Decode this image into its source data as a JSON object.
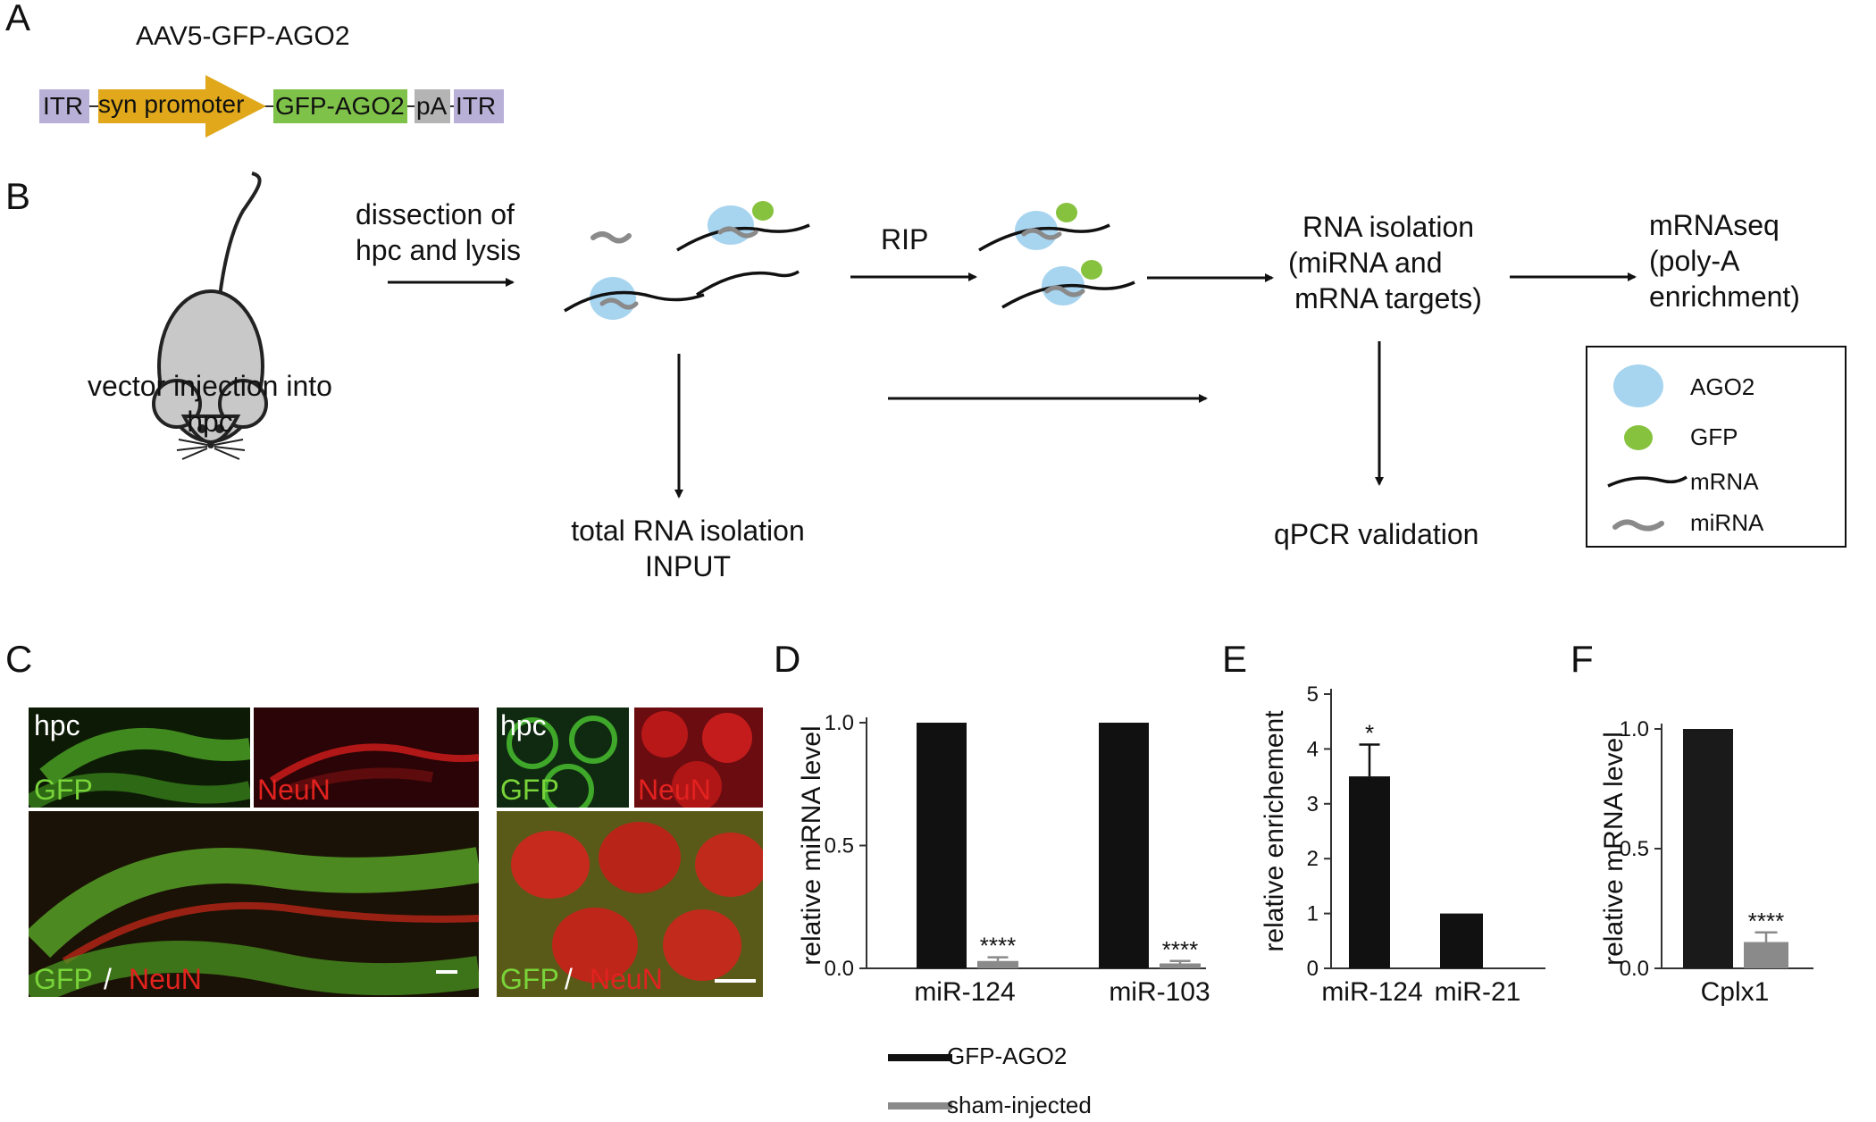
{
  "panel_a": {
    "letter": "A",
    "title": "AAV5-GFP-AGO2",
    "construct": {
      "itr_left": "ITR",
      "promoter": "syn promoter",
      "gene": "GFP-AGO2",
      "pa": "pA",
      "itr_right": "ITR"
    },
    "colors": {
      "itr": "#b9b0d8",
      "promoter": "#e0a81a",
      "gene": "#7fc24a",
      "pa": "#b4b4b4"
    }
  },
  "panel_b": {
    "letter": "B",
    "step_injection": [
      "vector injection into",
      "hpc"
    ],
    "step_dissection": [
      "dissection of",
      "hpc and lysis"
    ],
    "step_rip": "RIP",
    "step_rna_isolation": [
      "RNA isolation",
      "(miRNA and",
      "mRNA targets)"
    ],
    "step_mrnaseq": [
      "mRNAseq",
      "(poly-A",
      "enrichment)"
    ],
    "step_total_rna": [
      "total RNA isolation",
      "INPUT"
    ],
    "step_qpcr": "qPCR validation",
    "legend": {
      "ago2": "AGO2",
      "gfp": "GFP",
      "mrna": "mRNA",
      "mirna": "miRNA"
    },
    "colors": {
      "ago2": "#a7d4ef",
      "gfp": "#86c23e",
      "mirna": "#8a8a8a"
    }
  },
  "panel_c": {
    "letter": "C",
    "left": {
      "top_label": "hpc",
      "gfp": "GFP",
      "neun": "NeuN",
      "merge_gfp": "GFP",
      "merge_slash": "/",
      "merge_neun": "NeuN"
    },
    "right": {
      "top_label": "hpc",
      "gfp": "GFP",
      "neun": "NeuN",
      "merge_gfp": "GFP",
      "merge_slash": "/",
      "merge_neun": "NeuN"
    },
    "colors": {
      "gfp_text": "#79d43a",
      "neun_text": "#e2221f"
    }
  },
  "chart_data": [
    {
      "panel": "D",
      "type": "bar",
      "ylabel": "relative miRNA level",
      "categories": [
        "miR-124",
        "miR-103"
      ],
      "series": [
        {
          "name": "GFP-AGO2",
          "values": [
            1.0,
            1.0
          ],
          "color": "#111111"
        },
        {
          "name": "sham-injected",
          "values": [
            0.03,
            0.02
          ],
          "errors": [
            0.015,
            0.01
          ],
          "color": "#8a8a8a"
        }
      ],
      "annotations": [
        "****",
        "****"
      ],
      "ylim": [
        0,
        1.0
      ],
      "yticks": [
        "0.0",
        "0.5",
        "1.0"
      ]
    },
    {
      "panel": "E",
      "type": "bar",
      "ylabel": "relative enrichement",
      "categories": [
        "miR-124",
        "miR-21"
      ],
      "values": [
        3.5,
        1.0
      ],
      "errors": [
        0.58,
        0
      ],
      "annotations": [
        "*",
        ""
      ],
      "ylim": [
        0,
        5
      ],
      "yticks": [
        "0",
        "1",
        "2",
        "3",
        "4",
        "5"
      ]
    },
    {
      "panel": "F",
      "type": "bar",
      "ylabel": "relative mRNA level",
      "categories": [
        "Cplx1"
      ],
      "values": [
        1.0,
        0.11
      ],
      "errors": [
        0,
        0.04
      ],
      "colors": [
        "#1a1a1a",
        "#8a8a8a"
      ],
      "annotations": [
        "",
        "****"
      ],
      "ylim": [
        0,
        1.0
      ],
      "yticks": [
        "0.0",
        "0.5",
        "1.0"
      ]
    }
  ],
  "legend_d": {
    "gfp_ago2": "GFP-AGO2",
    "sham": "sham-injected"
  },
  "panel_d_letter": "D",
  "panel_e_letter": "E",
  "panel_f_letter": "F"
}
